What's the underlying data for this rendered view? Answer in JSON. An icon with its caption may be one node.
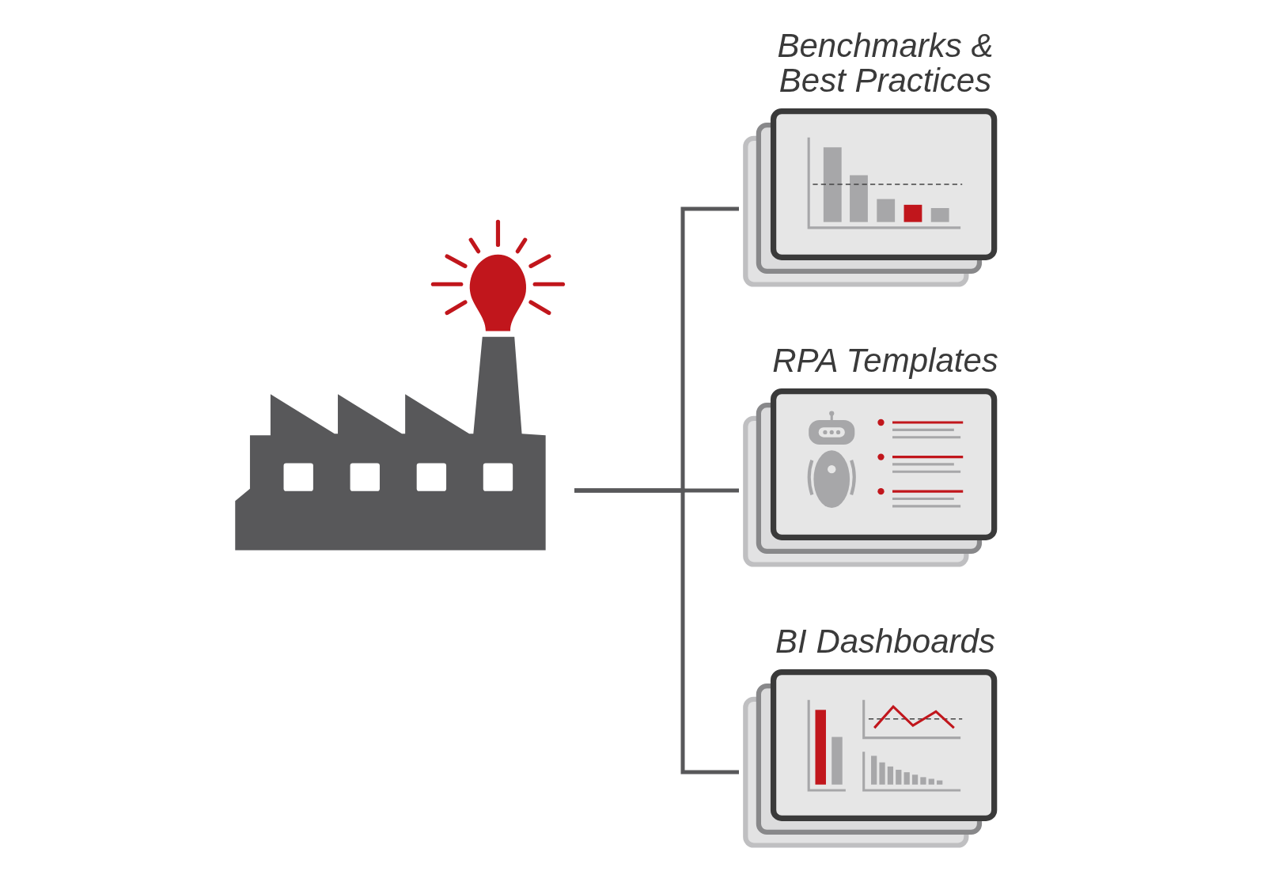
{
  "diagram": {
    "nodes": [
      {
        "text": [],
        "shape": "picture"
      },
      {
        "text": [
          "Benchmarks & Best Practices"
        ]
      },
      {
        "text": [
          "RPA Templates"
        ]
      },
      {
        "text": [
          "BI Dashboards"
        ]
      }
    ],
    "edges": [
      {
        "from": 0,
        "to": 1,
        "arrow": "none"
      },
      {
        "from": 0,
        "to": 2,
        "arrow": "none"
      },
      {
        "from": 0,
        "to": 3,
        "arrow": "none"
      }
    ]
  }
}
